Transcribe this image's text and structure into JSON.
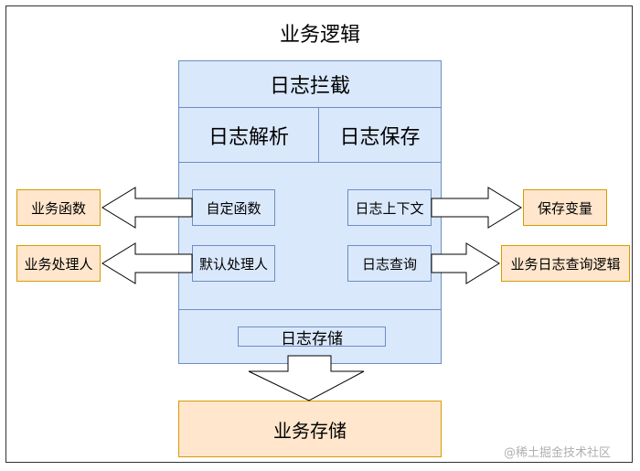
{
  "title": "业务逻辑",
  "center": {
    "header": "日志拦截",
    "parse": "日志解析",
    "save": "日志保存",
    "custom_func": "自定函数",
    "default_handler": "默认处理人",
    "log_context": "日志上下文",
    "log_query": "日志查询",
    "log_storage": "日志存储"
  },
  "outputs": {
    "business_func": "业务函数",
    "business_handler": "业务处理人",
    "save_vars": "保存变量",
    "business_query": "业务日志查询逻辑",
    "business_storage": "业务存储"
  },
  "watermark": "@稀土掘金技术社区",
  "colors": {
    "blue_fill": "#dae8fc",
    "blue_border": "#6c8ebf",
    "orange_fill": "#ffe6cc",
    "orange_border": "#d79b00"
  }
}
